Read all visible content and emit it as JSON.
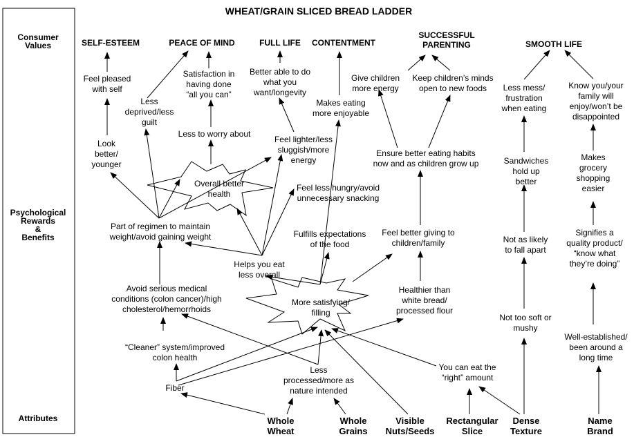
{
  "title": "WHEAT/GRAIN SLICED BREAD LADDER",
  "side_labels": {
    "values": [
      "Consumer",
      "Values"
    ],
    "rewards": [
      "Psychological",
      "Rewards",
      "&",
      "Benefits"
    ],
    "attributes": [
      "Attributes"
    ]
  },
  "values": {
    "self_esteem": [
      "SELF-ESTEEM"
    ],
    "peace_of_mind": [
      "PEACE OF MIND"
    ],
    "full_life": [
      "FULL LIFE"
    ],
    "contentment": [
      "CONTENTMENT"
    ],
    "successful_parenting": [
      "SUCCESSFUL",
      "PARENTING"
    ],
    "smooth_life": [
      "SMOOTH LIFE"
    ]
  },
  "benefits": {
    "feel_pleased": [
      "Feel pleased",
      "with self"
    ],
    "less_deprived": [
      "Less",
      "deprived/less",
      "guilt"
    ],
    "satisfaction": [
      "Satisfaction in",
      "having done",
      "“all you can”"
    ],
    "better_able": [
      "Better able to do",
      "what you",
      "want/longevity"
    ],
    "makes_eating": [
      "Makes eating",
      "more enjoyable"
    ],
    "give_children": [
      "Give children",
      "more energy"
    ],
    "keep_minds": [
      "Keep children’s minds",
      "open to new foods"
    ],
    "less_mess": [
      "Less mess/",
      "frustration",
      "when eating"
    ],
    "know_family": [
      "Know you/your",
      "family will",
      "enjoy/won’t be",
      "disappointed"
    ],
    "less_worry": [
      "Less to worry about"
    ],
    "look_better": [
      "Look",
      "better/",
      "younger"
    ],
    "feel_lighter": [
      "Feel lighter/less",
      "sluggish/more",
      "energy"
    ],
    "ensure_habits": [
      "Ensure better eating habits",
      "now and as children grow up"
    ],
    "sandwiches": [
      "Sandwiches",
      "hold up",
      "better"
    ],
    "grocery": [
      "Makes",
      "grocery",
      "shopping",
      "easier"
    ],
    "overall_health": [
      "Overall better",
      "health"
    ],
    "feel_less_hungry": [
      "Feel less hungry/avoid",
      "unnecessary snacking"
    ],
    "regimen": [
      "Part of regimen to maintain",
      "weight/avoid gaining weight"
    ],
    "fulfills": [
      "Fulfills expectations",
      "of the food"
    ],
    "feel_better_giving": [
      "Feel better giving to",
      "children/family"
    ],
    "not_likely": [
      "Not as likely",
      "to fall apart"
    ],
    "quality": [
      "Signifies a",
      "quality product/",
      "“know what",
      "they’re doing”"
    ],
    "helps_eat": [
      "Helps you eat",
      "less overall"
    ],
    "avoid_medical": [
      "Avoid serious medical",
      "conditions (colon cancer)/high",
      "cholesterol/hemorrhoids"
    ],
    "more_satisfying": [
      "More satisfying/",
      "filling"
    ],
    "healthier": [
      "Healthier than",
      "white bread/",
      "processed flour"
    ],
    "not_soft": [
      "Not too soft or",
      "mushy"
    ],
    "well_established": [
      "Well-established/",
      "been around a",
      "long time"
    ],
    "cleaner": [
      "“Cleaner” system/improved",
      "colon health"
    ],
    "right_amount": [
      "You can eat the",
      "“right” amount"
    ],
    "less_processed": [
      "Less",
      "processed/more as",
      "nature intended"
    ],
    "fiber": [
      "Fiber"
    ]
  },
  "attributes": {
    "whole_wheat": [
      "Whole",
      "Wheat"
    ],
    "whole_grains": [
      "Whole",
      "Grains"
    ],
    "visible_nuts": [
      "Visible",
      "Nuts/Seeds"
    ],
    "rectangular": [
      "Rectangular",
      "Slice"
    ],
    "dense": [
      "Dense",
      "Texture"
    ],
    "name_brand": [
      "Name",
      "Brand"
    ]
  }
}
